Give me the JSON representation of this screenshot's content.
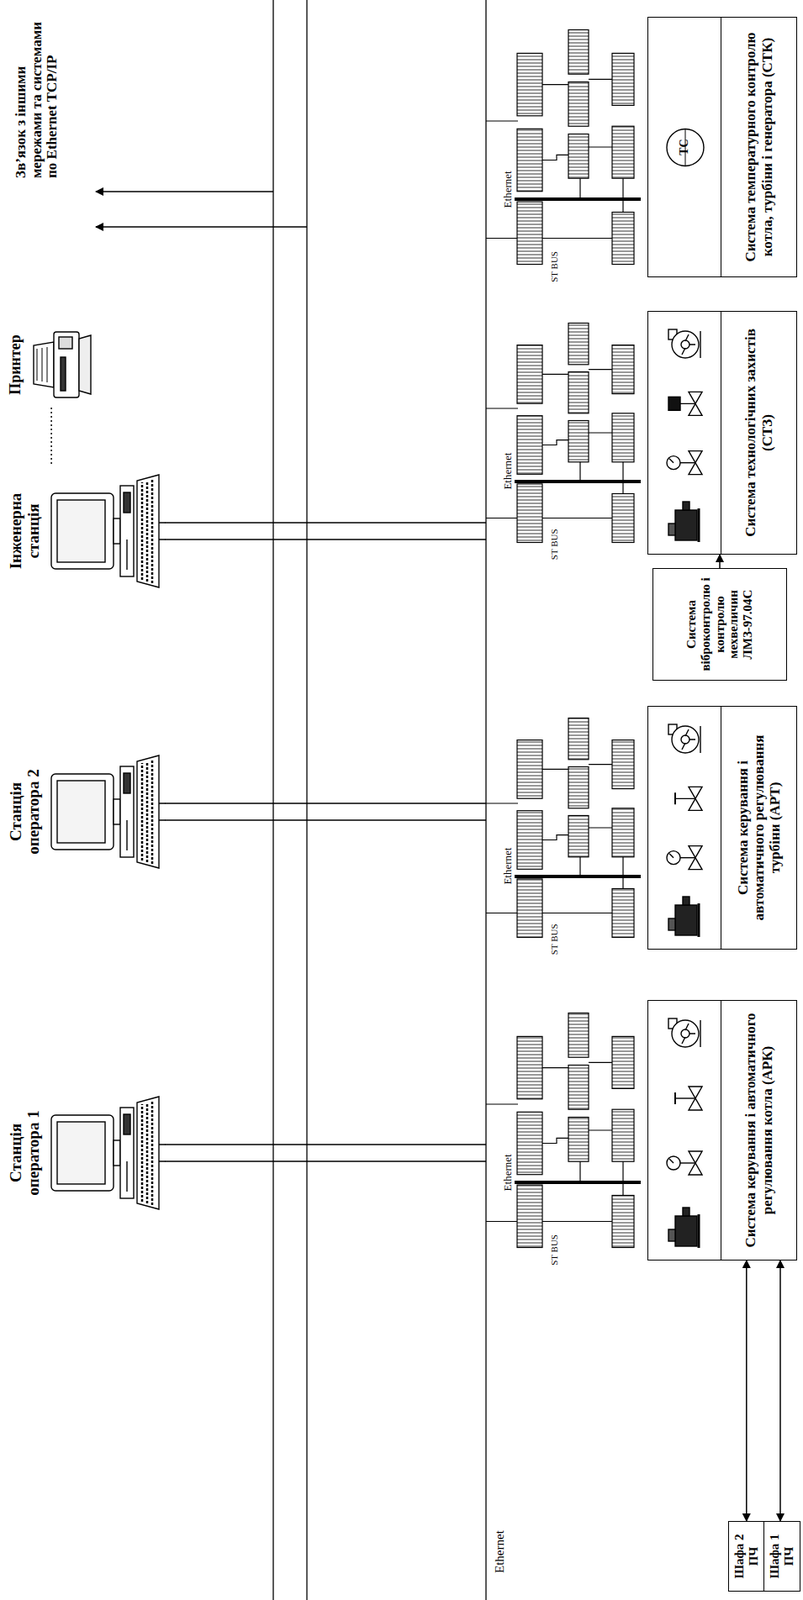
{
  "diagram": {
    "nodes": [
      {
        "text": [
          "Станція оператора 1"
        ]
      },
      {
        "text": [
          "Станція оператора 2"
        ]
      },
      {
        "text": [
          "Інженерна станція"
        ]
      },
      {
        "text": [
          "Принтер"
        ]
      },
      {
        "text": [
          "Система керування і автоматичного регулювання котла (АРК)"
        ]
      },
      {
        "text": [
          "Система керування і автоматичного регулювання турбіни (АРТ)"
        ]
      },
      {
        "text": [
          "Система віброконтролю і контролю мехвеличин ЛМЗ-97.04С"
        ]
      },
      {
        "text": [
          "Система технологічних захистів (СТЗ)"
        ]
      },
      {
        "text": [
          "Система температурного контролю котла, турбіни і генератора (СТК)"
        ]
      },
      {
        "text": [
          "Шафа 2 ПЧ"
        ]
      },
      {
        "text": [
          "Шафа 1 ПЧ"
        ]
      }
    ],
    "edges": [
      {
        "from": 2,
        "to": 3,
        "arrow": "none"
      },
      {
        "from": 9,
        "to": 4,
        "arrow": "both"
      },
      {
        "from": 10,
        "to": 4,
        "arrow": "both"
      },
      {
        "from": 6,
        "to": 7,
        "arrow": "to"
      }
    ],
    "labels": [
      "Зв’язок з іншими мережами та системами по Ethernet TCP/IP",
      "Ethernet",
      "Ethernet",
      "ST BUS",
      "Ethernet",
      "ST BUS",
      "Ethernet",
      "ST BUS",
      "Ethernet",
      "ST BUS",
      "TC"
    ]
  }
}
